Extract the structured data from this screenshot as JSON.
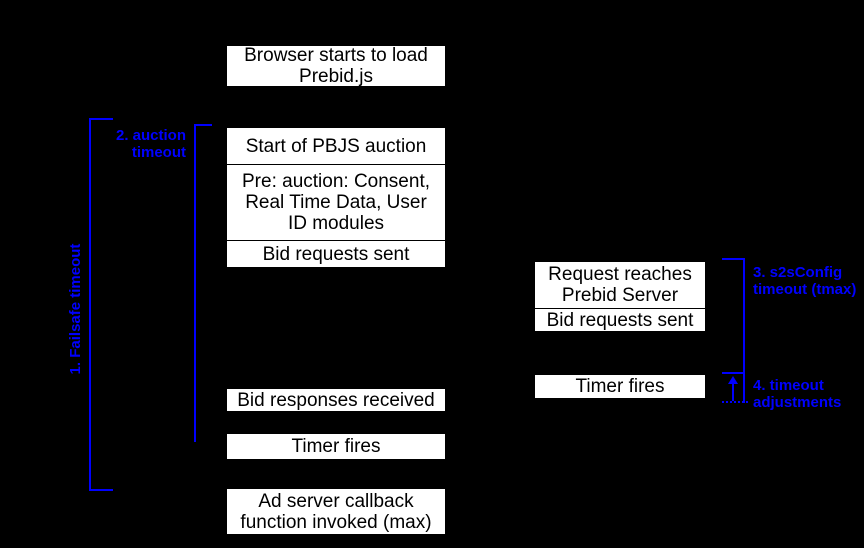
{
  "title": "Prebid.js timeout timeline diagram",
  "colors": {
    "background": "#000000",
    "box_background": "#ffffff",
    "box_border": "#000000",
    "box_text": "#000000",
    "annotation_blue": "#0000ff"
  },
  "left_column": {
    "browser_load": "Browser starts to load\nPrebid.js",
    "start_auction": "Start of PBJS auction",
    "pre_auction": "Pre: auction: Consent,\nReal Time Data, User\nID modules",
    "bid_requests_sent": "Bid requests sent",
    "bid_responses_received": "Bid responses received",
    "timer_fires": "Timer fires",
    "ad_server_callback": "Ad server callback\nfunction invoked (max)"
  },
  "right_column": {
    "request_reaches_server": "Request reaches\nPrebid Server",
    "bid_requests_sent": "Bid requests sent",
    "timer_fires": "Timer fires"
  },
  "annotations": {
    "failsafe_timeout": "1. Failsafe timeout",
    "auction_timeout": "2. auction\ntimeout",
    "s2s_config_timeout": "3. s2sConfig\ntimeout (tmax)",
    "timeout_adjustments": "4. timeout\nadjustments"
  }
}
